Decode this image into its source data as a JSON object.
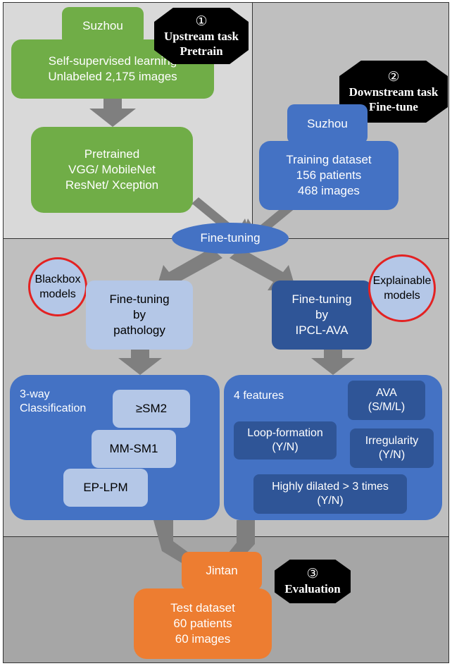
{
  "upstream": {
    "site": "Suzhou",
    "ssl_lines": [
      "Self-supervised learning",
      "Unlabeled 2,175 images"
    ],
    "pretrained_lines": [
      "Pretrained",
      "VGG/ MobileNet",
      "ResNet/ Xception"
    ],
    "badge_num": "①",
    "badge_lines": [
      "Upstream task",
      "Pretrain"
    ]
  },
  "downstream": {
    "site": "Suzhou",
    "training_lines": [
      "Training dataset",
      "156 patients",
      "468 images"
    ],
    "badge_num": "②",
    "badge_lines": [
      "Downstream task",
      "Fine-tune"
    ]
  },
  "finetuning_label": "Fine-tuning",
  "blackbox": {
    "circle_lines": [
      "Blackbox",
      "models"
    ],
    "box_lines": [
      "Fine-tuning",
      "by",
      "pathology"
    ],
    "classification_lines": [
      "3-way",
      "Classification"
    ],
    "classes": [
      "≥SM2",
      "MM-SM1",
      "EP-LPM"
    ]
  },
  "explainable": {
    "circle_lines": [
      "Explainable",
      "models"
    ],
    "box_lines": [
      "Fine-tuning",
      "by",
      "IPCL-AVA"
    ],
    "features_title": "4 features",
    "features": [
      {
        "lines": [
          "AVA",
          "(S/M/L)"
        ]
      },
      {
        "lines": [
          "Loop-formation",
          "(Y/N)"
        ]
      },
      {
        "lines": [
          "Irregularity",
          "(Y/N)"
        ]
      },
      {
        "lines": [
          "Highly dilated > 3 times",
          "(Y/N)"
        ]
      }
    ]
  },
  "evaluation": {
    "site": "Jintan",
    "test_lines": [
      "Test dataset",
      "60 patients",
      "60 images"
    ],
    "badge_num": "③",
    "badge_lines": [
      "Evaluation"
    ]
  },
  "colors": {
    "green": "#70ad47",
    "blue": "#4472c4",
    "dark_blue": "#2f5597",
    "light_blue": "#b4c7e7",
    "orange": "#ed7d31",
    "arrow_gray": "#7f7f7f",
    "circle_border": "#e32222"
  }
}
